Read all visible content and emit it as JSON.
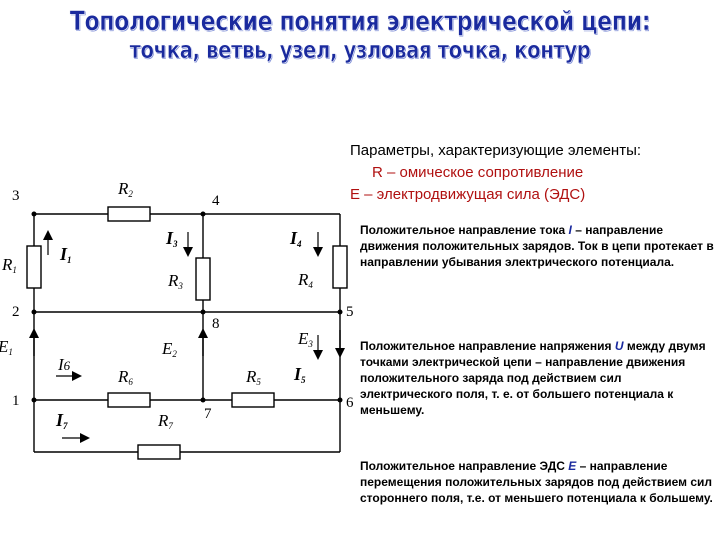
{
  "title": {
    "line1": "Топологические понятия электрической цепи:",
    "line2": "точка, ветвь, узел, узловая точка, контур"
  },
  "params": {
    "head": "Параметры, характеризующие элементы:",
    "r_line": "R – омическое сопротивление",
    "e_line": "E – электродвижущая сила (ЭДС)"
  },
  "para_current": {
    "pre": "Положительное направление тока ",
    "sym": "I",
    "post": " – направление движения положительных зарядов. Ток в цепи протекает в направлении убывания электрического потенциала."
  },
  "para_voltage": {
    "pre": "Положительное направление напряжения ",
    "sym": "U",
    "post": " между двумя точками электрической цепи – направление движения положительного заряда под действием сил электрического поля, т. е. от большего потенциала к меньшему."
  },
  "para_emf": {
    "pre": "Положительное направление ЭДС ",
    "sym": "E",
    "post": " – направление перемещения положительных зарядов под действием сил стороннего поля, т.е. от меньшего потенциала к большему."
  },
  "circuit": {
    "nodes": [
      "1",
      "2",
      "3",
      "4",
      "5",
      "6",
      "7",
      "8"
    ],
    "resistors": [
      {
        "id": "R1",
        "base": "R",
        "sub": "1"
      },
      {
        "id": "R2",
        "base": "R",
        "sub": "2"
      },
      {
        "id": "R3",
        "base": "R",
        "sub": "3"
      },
      {
        "id": "R4",
        "base": "R",
        "sub": "4"
      },
      {
        "id": "R5",
        "base": "R",
        "sub": "5"
      },
      {
        "id": "R6",
        "base": "R",
        "sub": "6"
      },
      {
        "id": "R7",
        "base": "R",
        "sub": "7"
      }
    ],
    "sources": [
      {
        "id": "E1",
        "base": "E",
        "sub": "1"
      },
      {
        "id": "E2",
        "base": "E",
        "sub": "2"
      },
      {
        "id": "E3",
        "base": "E",
        "sub": "3"
      }
    ],
    "currents": [
      {
        "id": "I1",
        "base": "I",
        "sub": "1"
      },
      {
        "id": "I3",
        "base": "I",
        "sub": "3"
      },
      {
        "id": "I4",
        "base": "I",
        "sub": "4"
      },
      {
        "id": "I5",
        "base": "I",
        "sub": "5"
      },
      {
        "id": "I6",
        "base": "I",
        "sub": "6"
      },
      {
        "id": "I7",
        "base": "I",
        "sub": "7"
      }
    ]
  }
}
